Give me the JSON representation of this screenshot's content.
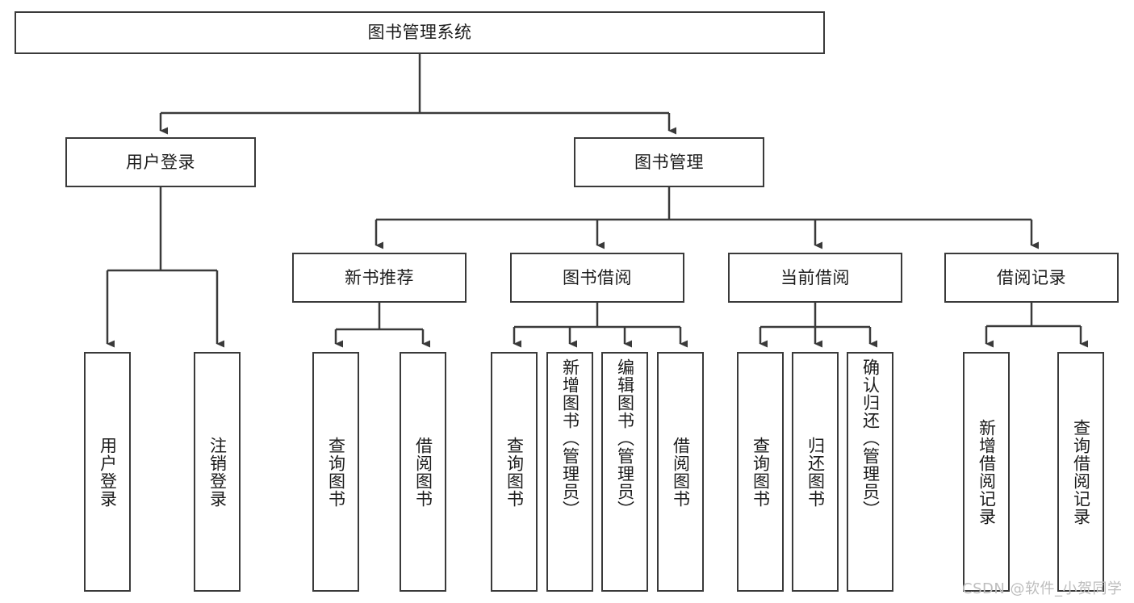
{
  "diagram": {
    "type": "tree-hierarchy",
    "title": "图书管理系统",
    "background_color": "#ffffff",
    "line_color": "#3a3a3a",
    "text_color": "#1c1c1c",
    "root": {
      "label": "图书管理系统"
    },
    "level2": [
      {
        "label": "用户登录"
      },
      {
        "label": "图书管理"
      }
    ],
    "level3": [
      {
        "label": "新书推荐"
      },
      {
        "label": "图书借阅"
      },
      {
        "label": "当前借阅"
      },
      {
        "label": "借阅记录"
      }
    ],
    "leaves": {
      "user_login": [
        {
          "label": "用户登录"
        },
        {
          "label": "注销登录"
        }
      ],
      "new_book_recommend": [
        {
          "label": "查询图书"
        },
        {
          "label": "借阅图书"
        }
      ],
      "book_borrow": [
        {
          "label": "查询图书"
        },
        {
          "label": "新增图书（管理员）"
        },
        {
          "label": "编辑图书（管理员）"
        },
        {
          "label": "借阅图书"
        }
      ],
      "current_borrow": [
        {
          "label": "查询图书"
        },
        {
          "label": "归还图书"
        },
        {
          "label": "确认归还（管理员）"
        }
      ],
      "borrow_record": [
        {
          "label": "新增借阅记录"
        },
        {
          "label": "查询借阅记录"
        }
      ]
    },
    "watermark": "CSDN @软件_小贺同学"
  }
}
